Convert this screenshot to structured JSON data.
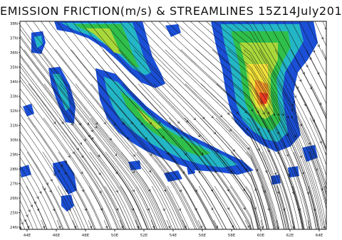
{
  "title": "EMISSION FRICTION(m/s) & STREAMLINES 15Z14July201",
  "colors": {
    "background": "#ffffff",
    "band_low": "#1a4fd6",
    "band_mid": "#23b6c6",
    "band_high": "#2fbf4a",
    "band_higher": "#a8d83a",
    "band_top": "#f2e23a",
    "band_peak": "#f29a2a",
    "band_max": "#e83a22",
    "streamline": "#111111",
    "frame": "#111111"
  },
  "lon_ticks": [
    "44E",
    "46E",
    "48E",
    "50E",
    "52E",
    "54E",
    "56E",
    "58E",
    "60E",
    "62E",
    "64E"
  ],
  "lat_ticks": [
    "38N",
    "37N",
    "36N",
    "35N",
    "34N",
    "33N",
    "32N",
    "31N",
    "30N",
    "29N",
    "28N",
    "27N",
    "26N",
    "25N",
    "24N"
  ]
}
